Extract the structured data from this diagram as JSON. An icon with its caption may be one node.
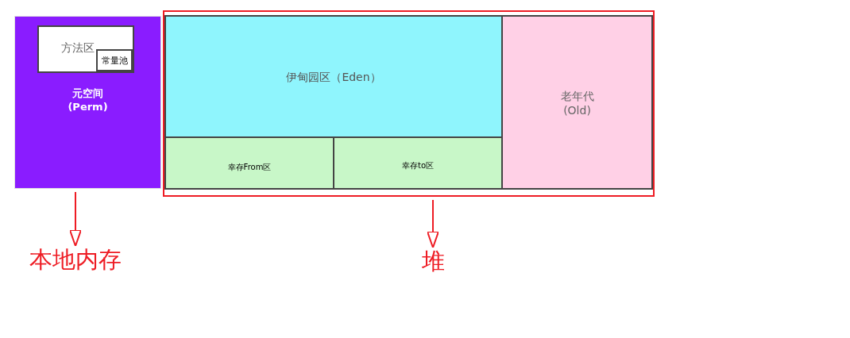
{
  "diagram": {
    "nodes": [
      {
        "text": [
          "元空间 (Perm)"
        ]
      },
      {
        "text": [
          "方法区"
        ],
        "in": 0
      },
      {
        "text": [
          "常量池"
        ],
        "in": 1
      },
      {
        "text": [],
        "shape": "box"
      },
      {
        "text": [
          "伊甸园区（Eden）"
        ],
        "in": 3
      },
      {
        "text": [
          "老年代 (Old)"
        ],
        "in": 3
      },
      {
        "text": [
          "幸存From区"
        ],
        "in": 3
      },
      {
        "text": [
          "幸存to区"
        ],
        "in": 3
      },
      {
        "text": [
          "本地内存"
        ]
      },
      {
        "text": [
          "堆"
        ]
      }
    ],
    "edges": [
      {
        "from": 0,
        "to": 8,
        "arrow": "to"
      },
      {
        "from": 3,
        "to": 9,
        "arrow": "to"
      }
    ]
  }
}
